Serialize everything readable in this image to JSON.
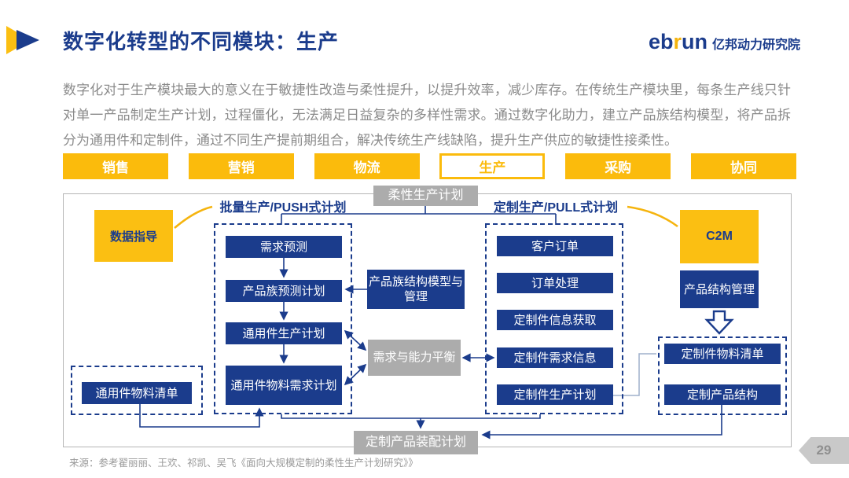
{
  "header": {
    "title": "数字化转型的不同模块：生产",
    "logo": {
      "brand_left": "eb",
      "brand_accent": "r",
      "brand_right": "un",
      "suffix": "亿邦动力研究院"
    }
  },
  "intro": {
    "text": "数字化对于生产模块最大的意义在于敏捷性改造与柔性提升，以提升效率，减少库存。在传统生产模块里，每条生产线只针对单一产品制定生产计划，过程僵化，无法满足日益复杂的多样性需求。通过数字化助力，建立产品族结构模型，将产品拆分为通用件和定制件，通过不同生产提前期组合，解决传统生产线缺陷，提升生产供应的敏捷性接柔性。"
  },
  "tabs": [
    {
      "label": "销售",
      "active": false
    },
    {
      "label": "营销",
      "active": false
    },
    {
      "label": "物流",
      "active": false
    },
    {
      "label": "生产",
      "active": true
    },
    {
      "label": "采购",
      "active": false
    },
    {
      "label": "协同",
      "active": false
    }
  ],
  "diagram": {
    "flexible_plan": "柔性生产计划",
    "push_label": "批量生产/PUSH式计划",
    "pull_label": "定制生产/PULL式计划",
    "data_guide": "数据指导",
    "c2m": "C2M",
    "push_chain": [
      "需求预测",
      "产品族预测计划",
      "通用件生产计划",
      "通用件物料需求计划"
    ],
    "pull_chain": [
      "客户订单",
      "订单处理",
      "定制件信息获取",
      "定制件需求信息",
      "定制件生产计划"
    ],
    "family_model": "产品族结构模型与管理",
    "balance": "需求与能力平衡",
    "structure_mgmt": "产品结构管理",
    "custom_bom": "定制件物料清单",
    "custom_structure": "定制产品结构",
    "common_bom": "通用件物料清单",
    "assembly_plan": "定制产品装配计划"
  },
  "footer": {
    "source": "来源：参考翟丽丽、王欢、祁凯、吴飞《面向大规模定制的柔性生产计划研究》》",
    "page": "29"
  },
  "colors": {
    "accent_yellow": "#fbbb0c",
    "brand_blue": "#1b3c8c",
    "box_gray": "#acacac",
    "text_gray": "#8b8b8b"
  }
}
